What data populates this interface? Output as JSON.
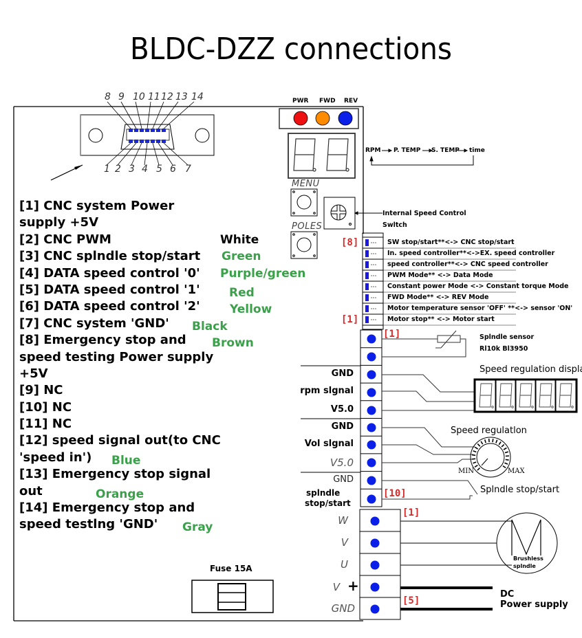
{
  "title": "BLDC-DZZ  connections",
  "connector": {
    "top_pins": [
      "8",
      "9",
      "10",
      "11",
      "12",
      "13",
      "14"
    ],
    "bottom_pins": [
      "1",
      "2",
      "3",
      "4",
      "5",
      "6",
      "7"
    ]
  },
  "pin_descriptions": [
    {
      "text": "[1] CNC system Power",
      "wire": ""
    },
    {
      "text": "supply +5V",
      "wire": ""
    },
    {
      "text": "[2] CNC PWM",
      "wire": "White"
    },
    {
      "text": "[3] CNC splndle stop/start",
      "wire": "Green"
    },
    {
      "text": "[4] DATA speed control '0'",
      "wire": "Purple/green"
    },
    {
      "text": "[5] DATA speed control '1'",
      "wire": "Red"
    },
    {
      "text": "[6] DATA speed control '2'",
      "wire": "Yellow"
    },
    {
      "text": "[7] CNC system 'GND'",
      "wire": "Black"
    },
    {
      "text": "[8] Emergency stop and",
      "wire": "Brown"
    },
    {
      "text": "speed testing Power supply",
      "wire": ""
    },
    {
      "text": "+5V",
      "wire": ""
    },
    {
      "text": "[9] NC",
      "wire": ""
    },
    {
      "text": "[10] NC",
      "wire": ""
    },
    {
      "text": "[11] NC",
      "wire": ""
    },
    {
      "text": "[12] speed signal out(to CNC",
      "wire": ""
    },
    {
      "text": "'speed in')",
      "wire": "Blue"
    },
    {
      "text": "[13] Emergency stop signal",
      "wire": ""
    },
    {
      "text": "out",
      "wire": "Orange"
    },
    {
      "text": "[14] Emergency stop and",
      "wire": ""
    },
    {
      "text": "speed testlng 'GND'",
      "wire": "Gray"
    }
  ],
  "indicators": {
    "labels": [
      "PWR",
      "FWD",
      "REV"
    ],
    "colors": [
      "#ee1111",
      "#ff8c00",
      "#0a1fe8"
    ]
  },
  "display_cycle": {
    "items": [
      "RPM",
      "P. TEMP",
      "S. TEMP",
      "time"
    ]
  },
  "buttons": {
    "menu": "MENU",
    "poles": "POLES"
  },
  "internal_speed_control": {
    "line1": "Internal Speed Control",
    "line2": "Swltch"
  },
  "dip_switches": [
    {
      "tag": "[8]",
      "label": "SW stop/start**<-> CNC stop/start"
    },
    {
      "tag": "",
      "label": "In. speed controller**<->EX. speed controller"
    },
    {
      "tag": "",
      "label": "speed controller**<-> CNC speed controller"
    },
    {
      "tag": "",
      "label": "PWM Mode** <-> Data Mode"
    },
    {
      "tag": "",
      "label": "Constant power Mode <-> Constant torque Mode"
    },
    {
      "tag": "",
      "label": "FWD Mode** <-> REV Mode"
    },
    {
      "tag": "",
      "label": "Motor temperature sensor 'OFF' **<-> sensor 'ON'"
    },
    {
      "tag": "[1]",
      "label": "Motor stop** <-> Motor start"
    }
  ],
  "terminals": {
    "sensor": {
      "tag": "[1]",
      "title": "Splndle sensor",
      "spec": "Rl10k Bl3950"
    },
    "display_group": {
      "labels": [
        "GND",
        "rpm slgnal",
        "V5.0"
      ],
      "title": "Speed regulation display",
      "digits": 5
    },
    "pot_group": {
      "labels": [
        "GND",
        "Vol slgnal",
        "V5.0"
      ],
      "title": "Speed regulatlon",
      "min": "MIN",
      "max": "MAX"
    },
    "spindle_group": {
      "labels": [
        "GND",
        "splndle",
        "stop/start"
      ],
      "tag": "[10]",
      "title": "Splndle stop/start"
    },
    "motor_group": {
      "labels": [
        "W",
        "V",
        "U"
      ],
      "tag": "[1]",
      "motor_line1": "Brushless",
      "motor_line2": "splndle"
    },
    "power_group": {
      "labels": [
        "V",
        "+",
        "GND"
      ],
      "tag": "[5]",
      "line1": "DC",
      "line2": "Power supply"
    }
  },
  "fuse": {
    "label": "Fuse 15A"
  },
  "colors": {
    "terminal_dot": "#0a1fe8",
    "dip_switch": "#1a1ae0",
    "tag_red": "#d42a2a",
    "wire_green": "#3aa04a"
  }
}
